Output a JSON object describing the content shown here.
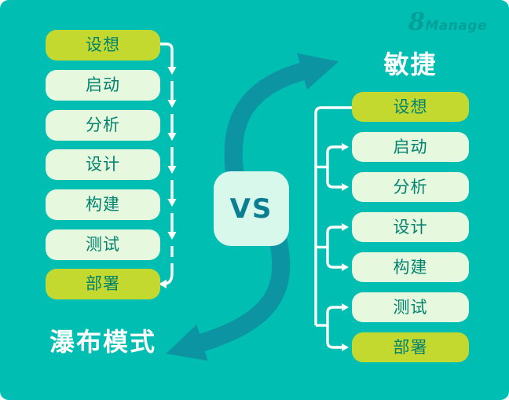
{
  "logo": {
    "prefix": "8",
    "name": "Manage"
  },
  "vs_label": "VS",
  "waterfall": {
    "title": "瀑布模式",
    "steps": [
      {
        "label": "设想",
        "highlighted": true
      },
      {
        "label": "启动",
        "highlighted": false
      },
      {
        "label": "分析",
        "highlighted": false
      },
      {
        "label": "设计",
        "highlighted": false
      },
      {
        "label": "构建",
        "highlighted": false
      },
      {
        "label": "测试",
        "highlighted": false
      },
      {
        "label": "部署",
        "highlighted": true
      }
    ]
  },
  "agile": {
    "title": "敏捷",
    "steps": [
      {
        "label": "设想",
        "highlighted": true
      },
      {
        "label": "启动",
        "highlighted": false
      },
      {
        "label": "分析",
        "highlighted": false
      },
      {
        "label": "设计",
        "highlighted": false
      },
      {
        "label": "构建",
        "highlighted": false
      },
      {
        "label": "测试",
        "highlighted": false
      },
      {
        "label": "部署",
        "highlighted": true
      }
    ]
  },
  "colors": {
    "background": "#00bfb2",
    "big_arrow": "#0d94a3",
    "connector_line": "#ffffff",
    "box_light": "#e6f9de",
    "box_highlight": "#c3d930",
    "box_text": "#00826f",
    "vs_background": "#d8f8ec",
    "vs_text": "#0c7e91",
    "title_text": "#ffffff",
    "logo_text": "#009e97"
  }
}
